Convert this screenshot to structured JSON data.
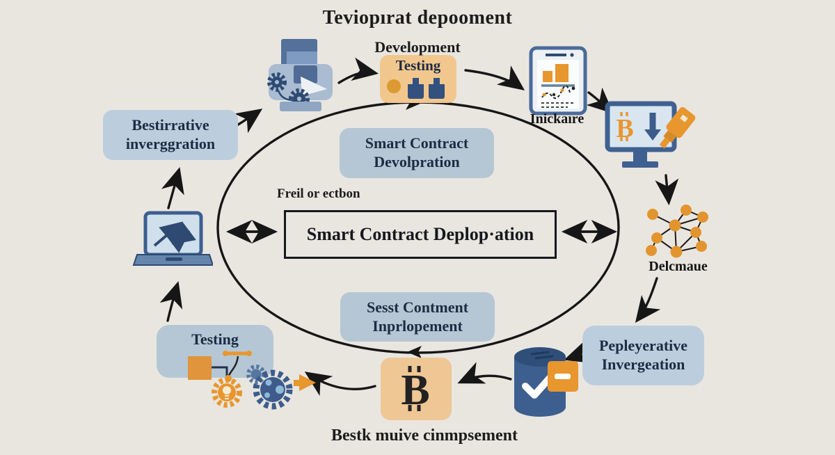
{
  "title": "Teviopırat depooment",
  "subtitle": "Development",
  "footer": "Bestk muive cinmpsement",
  "nodes": {
    "dev_testing": {
      "label": "Testing",
      "icon": "flasks-icon"
    },
    "analytics": {
      "label": "Inickaıre",
      "icon": "chart-tablet-icon"
    },
    "bitcoin_monitor": {
      "icon": "bitcoin-monitor-icon"
    },
    "network": {
      "label": "Delcmaue",
      "icon": "network-nodes-icon"
    },
    "iterative_integration": {
      "line1": "Pepleyerative",
      "line2": "Invergeation"
    },
    "database": {
      "icon": "database-check-icon"
    },
    "bitcoin": {
      "icon": "bitcoin-icon"
    },
    "testing": {
      "label": "Testing",
      "icon": "gears-tools-icon"
    },
    "laptop": {
      "icon": "laptop-chart-icon"
    },
    "integration": {
      "line1": "Bestirrative",
      "line2": "inverggration"
    },
    "build": {
      "icon": "gears-printer-icon"
    }
  },
  "center": {
    "development_box": {
      "line1": "Smart Contract",
      "line2": "Devolpration"
    },
    "note": "Freil or ectbon",
    "deployment_box": "Smart Contract Deplop·ation",
    "implementation_box": {
      "line1": "Sesst Contment",
      "line2": "Inprlopement"
    }
  },
  "colors": {
    "background": "#e9e6e0",
    "box_blue": "#b5c7d4",
    "box_orange": "#f2c78e",
    "accent_orange": "#e2952f",
    "icon_navy": "#3d5c8c",
    "arrow_black": "#161616",
    "label_navy": "#1d2b45"
  }
}
